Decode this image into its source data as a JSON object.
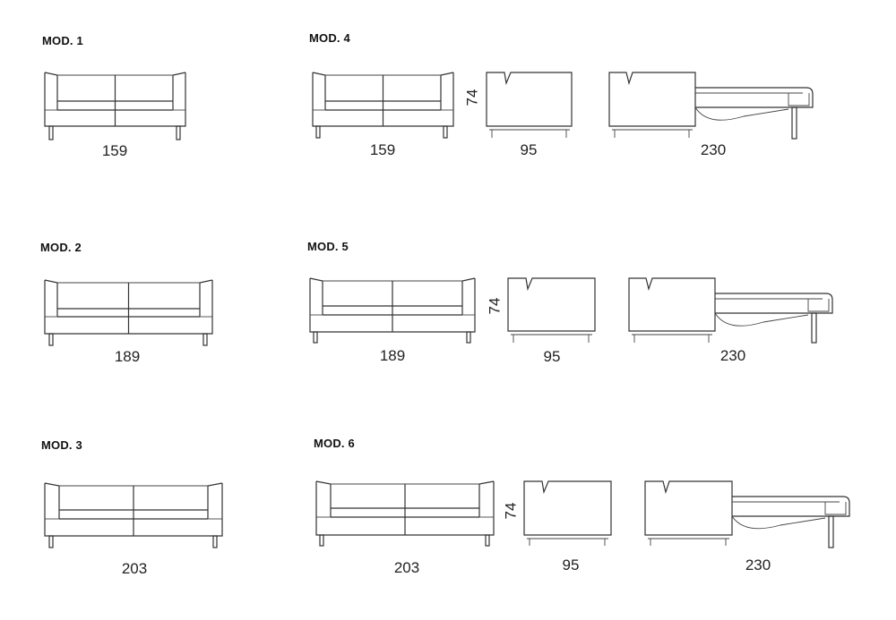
{
  "models": [
    {
      "title": "MOD. 1",
      "width": "159"
    },
    {
      "title": "MOD. 2",
      "width": "189"
    },
    {
      "title": "MOD. 3",
      "width": "203"
    },
    {
      "title": "MOD. 4",
      "width": "159",
      "height": "74",
      "depth": "95",
      "open_length": "230"
    },
    {
      "title": "MOD. 5",
      "width": "189",
      "height": "74",
      "depth": "95",
      "open_length": "230"
    },
    {
      "title": "MOD. 6",
      "width": "203",
      "height": "74",
      "depth": "95",
      "open_length": "230"
    }
  ]
}
